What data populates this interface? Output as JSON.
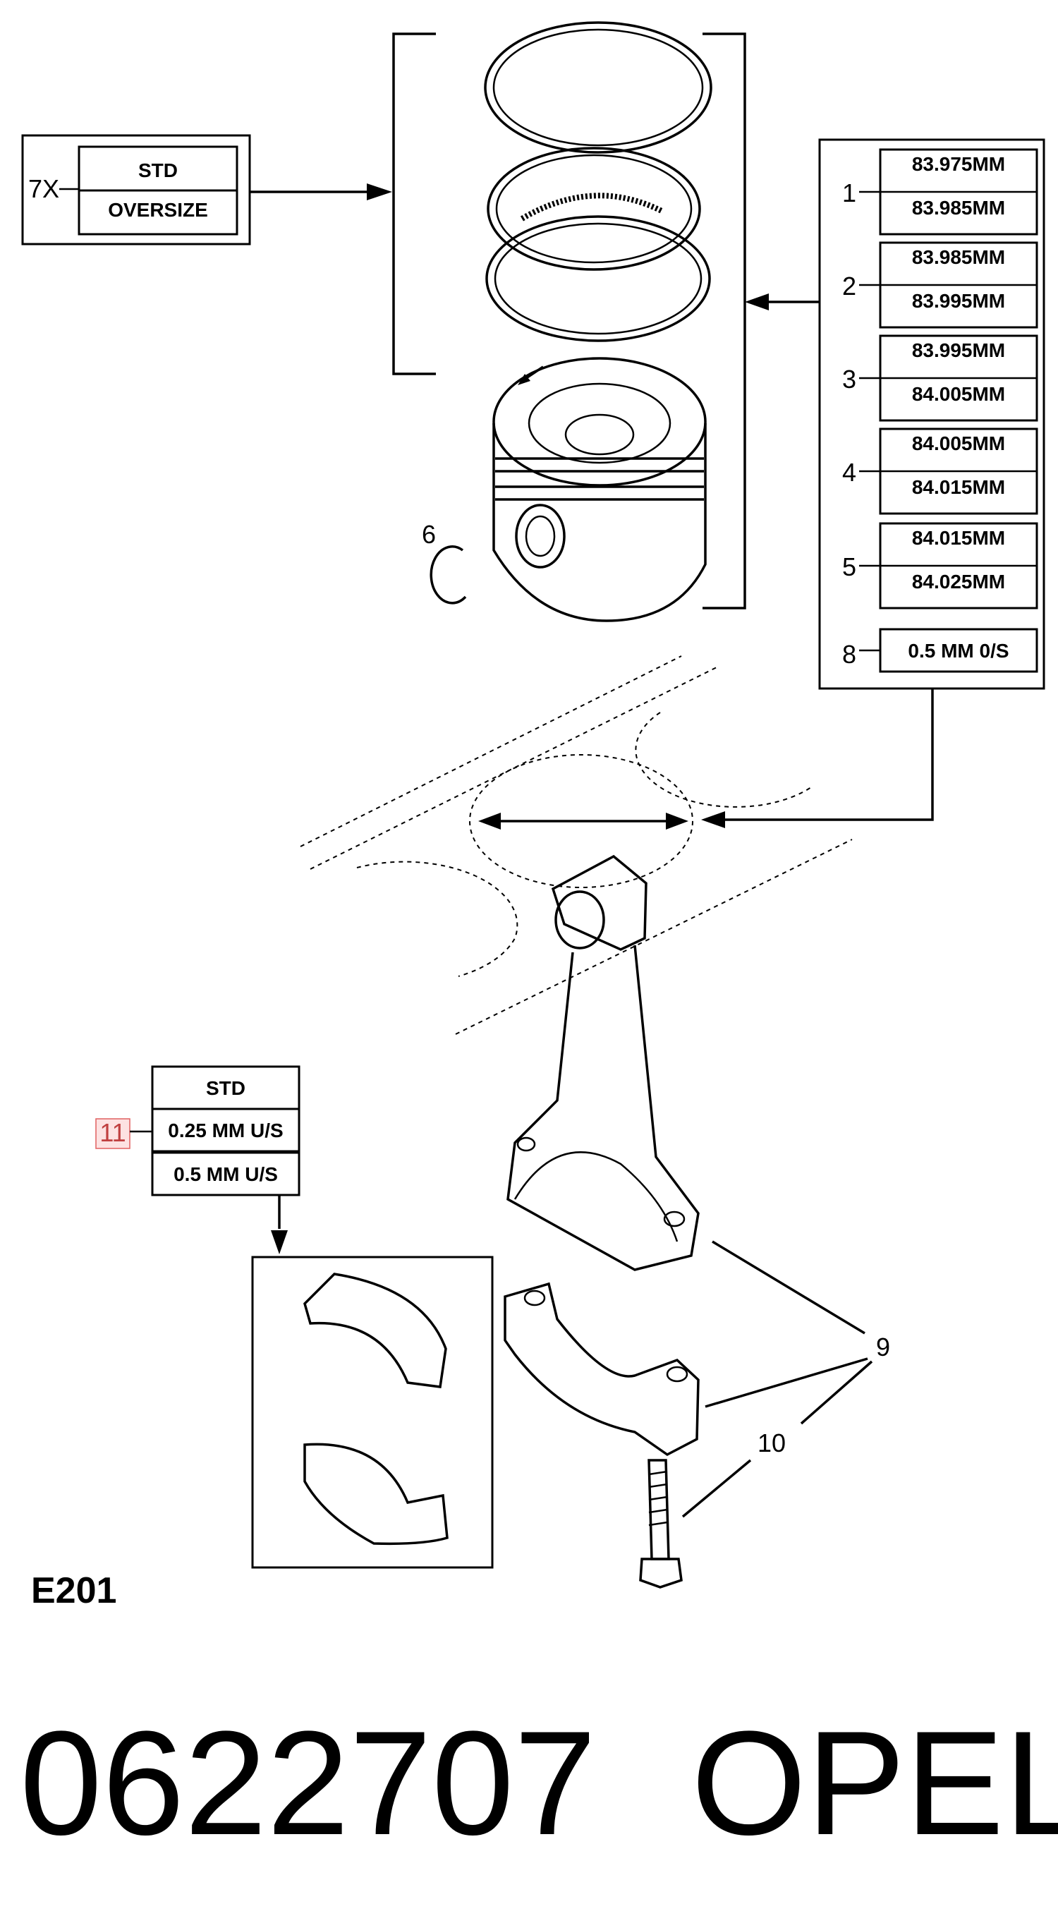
{
  "ring_set": {
    "qty": "7X",
    "options": [
      "STD",
      "OVERSIZE"
    ]
  },
  "piston_sizes": [
    {
      "callout": "1",
      "min": "83.975MM",
      "max": "83.985MM"
    },
    {
      "callout": "2",
      "min": "83.985MM",
      "max": "83.995MM"
    },
    {
      "callout": "3",
      "min": "83.995MM",
      "max": "84.005MM"
    },
    {
      "callout": "4",
      "min": "84.005MM",
      "max": "84.015MM"
    },
    {
      "callout": "5",
      "min": "84.015MM",
      "max": "84.025MM"
    }
  ],
  "piston_oversize": {
    "callout": "8",
    "label": "0.5 MM 0/S"
  },
  "callouts": {
    "snap_ring": "6",
    "conrod": "9",
    "bolt": "10",
    "bearing": "11"
  },
  "bearing_options": [
    "STD",
    "0.25 MM U/S",
    "0.5 MM U/S"
  ],
  "diagram_code": "E201",
  "part_number": "0622707",
  "brand": "OPEL"
}
